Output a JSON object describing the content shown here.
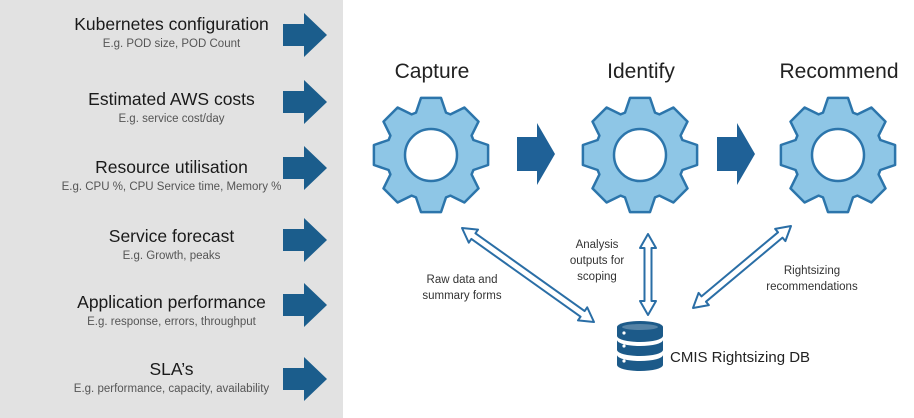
{
  "inputs": [
    {
      "title": "Kubernetes configuration",
      "subtitle": "E.g. POD size, POD Count"
    },
    {
      "title": "Estimated AWS costs",
      "subtitle": "E.g. service cost/day"
    },
    {
      "title": "Resource utilisation",
      "subtitle": "E.g. CPU %, CPU Service time, Memory %"
    },
    {
      "title": "Service forecast",
      "subtitle": "E.g. Growth, peaks"
    },
    {
      "title": "Application performance",
      "subtitle": "E.g. response, errors, throughput"
    },
    {
      "title": "SLA’s",
      "subtitle": "E.g. performance, capacity, availability"
    }
  ],
  "stages": [
    {
      "label": "Capture"
    },
    {
      "label": "Identify"
    },
    {
      "label": "Recommend"
    }
  ],
  "notes": {
    "capture_db": [
      "Raw data and",
      "summary forms"
    ],
    "identify_db": [
      "Analysis",
      "outputs for",
      "scoping"
    ],
    "recommend_db": [
      "Rightsizing",
      "recommendations"
    ]
  },
  "database": {
    "label": "CMIS Rightsizing DB",
    "icon": "database-icon"
  },
  "colors": {
    "panel_bg": "#e2e2e2",
    "input_arrow": "#1b5d8c",
    "flow_arrow": "#1f6197",
    "gear_fill": "#8ec6e6",
    "gear_stroke": "#2c75ab",
    "gear_hole": "#ffffff",
    "db_color": "#1c5a89",
    "double_arrow": "#2a6ea6"
  }
}
